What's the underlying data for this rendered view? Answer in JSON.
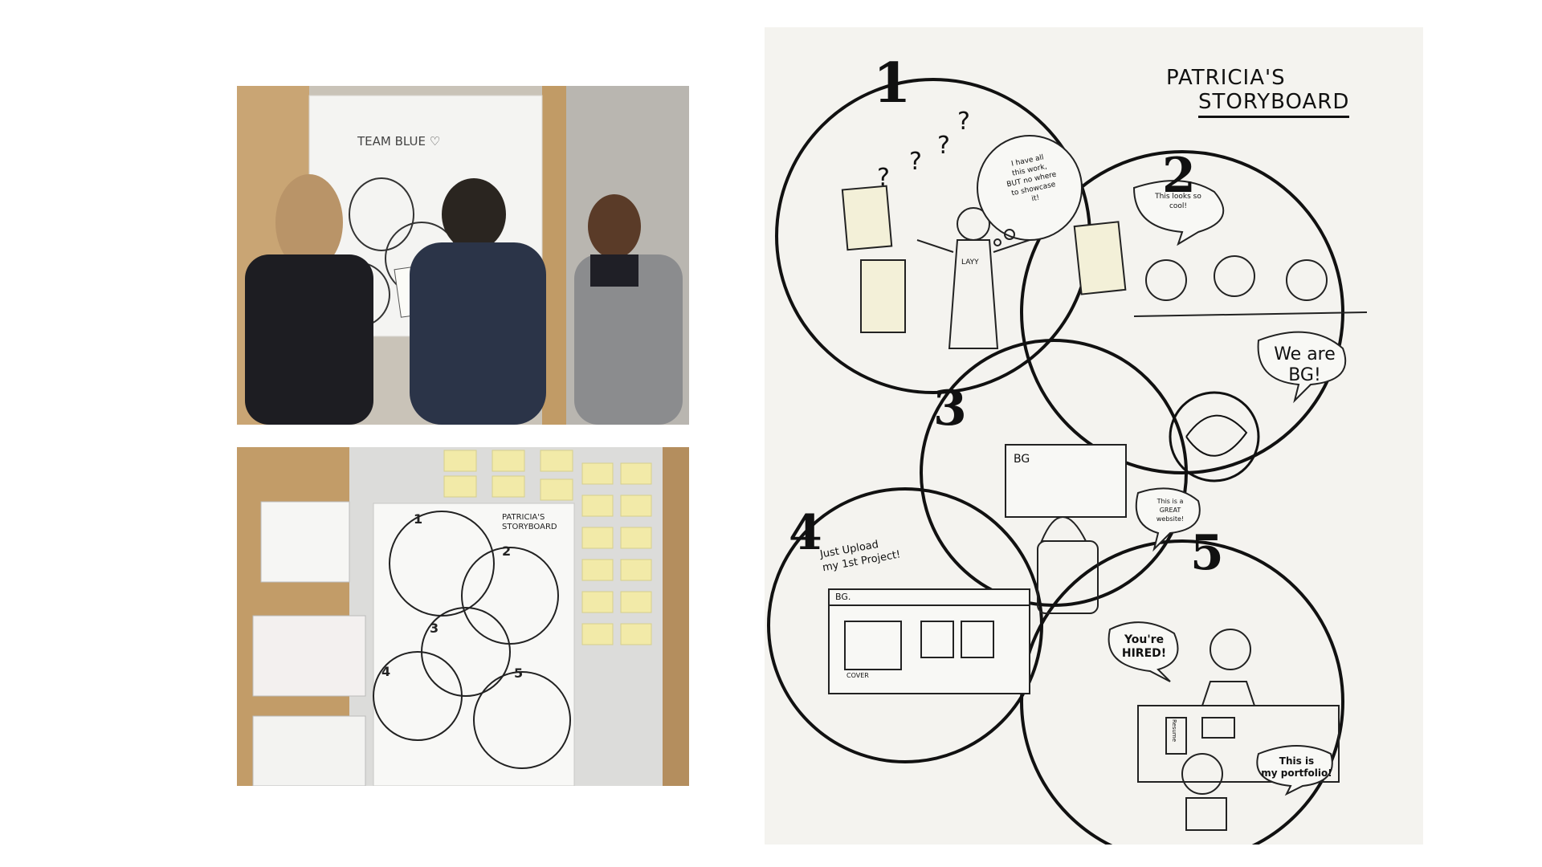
{
  "photo_top": {
    "whiteboard_title": "TEAM BLUE ♡"
  },
  "photo_bottom": {
    "poster_title_line1": "PATRICIA'S",
    "poster_title_line2": "STORYBOARD",
    "panel_numbers": [
      "1",
      "2",
      "3",
      "4",
      "5"
    ]
  },
  "storyboard": {
    "title_line1": "PATRICIA'S",
    "title_line2": "STORYBOARD",
    "panels": [
      {
        "number": "1",
        "thought_lines": [
          "I have all",
          "this work,",
          "BUT no where",
          "to showcase",
          "it!"
        ],
        "question_marks": [
          "?",
          "?",
          "?",
          "?"
        ],
        "shirt_label": "LAYY"
      },
      {
        "number": "2",
        "speech_top_lines": [
          "This looks so",
          "cool!"
        ],
        "speech_bottom_lines": [
          "We are",
          "BG!"
        ]
      },
      {
        "number": "3",
        "screen_label": "BG",
        "speech_lines": [
          "This is a",
          "GREAT",
          "website!"
        ]
      },
      {
        "number": "4",
        "caption_lines": [
          "Just Upload",
          "my 1st Project!"
        ],
        "screen_label": "BG.",
        "cover_label": "COVER"
      },
      {
        "number": "5",
        "speech_left_lines": [
          "You're",
          "HIRED!"
        ],
        "speech_right_lines": [
          "This is",
          "my portfolio!"
        ],
        "doc_label": "Resume"
      }
    ]
  }
}
